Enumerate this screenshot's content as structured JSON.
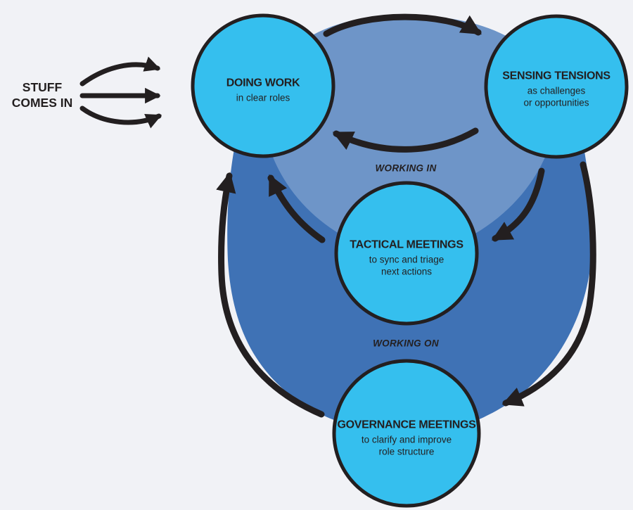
{
  "colors": {
    "background": "#f1f2f6",
    "node_circle_fill": "#35bfee",
    "node_circle_border": "#231f20",
    "inner_loop_fill": "#6e95c8",
    "outer_loop_fill": "#3f72b5",
    "arrow": "#231f20",
    "text": "#231f20"
  },
  "input": {
    "label_line1": "STUFF",
    "label_line2": "COMES IN"
  },
  "nodes": {
    "doing_work": {
      "title": "DOING WORK",
      "subtitle_line1": "in clear roles",
      "subtitle_line2": ""
    },
    "sensing_tensions": {
      "title": "SENSING TENSIONS",
      "subtitle_line1": "as challenges",
      "subtitle_line2": "or opportunities"
    },
    "tactical_meetings": {
      "title": "TACTICAL MEETINGS",
      "subtitle_line1": "to sync and triage",
      "subtitle_line2": "next actions"
    },
    "governance_meetings": {
      "title": "GOVERNANCE MEETINGS",
      "subtitle_line1": "to clarify and improve",
      "subtitle_line2": "role structure"
    }
  },
  "loops": {
    "working_in": {
      "label": "WORKING IN"
    },
    "working_on": {
      "label": "WORKING ON"
    }
  },
  "flows": [
    {
      "from": "stuff_comes_in",
      "to": "doing_work"
    },
    {
      "from": "doing_work",
      "to": "sensing_tensions",
      "loop": "working_in"
    },
    {
      "from": "sensing_tensions",
      "to": "doing_work",
      "loop": "working_in"
    },
    {
      "from": "sensing_tensions",
      "to": "tactical_meetings"
    },
    {
      "from": "tactical_meetings",
      "to": "doing_work"
    },
    {
      "from": "sensing_tensions",
      "to": "governance_meetings",
      "loop": "working_on"
    },
    {
      "from": "governance_meetings",
      "to": "doing_work",
      "loop": "working_on"
    }
  ]
}
